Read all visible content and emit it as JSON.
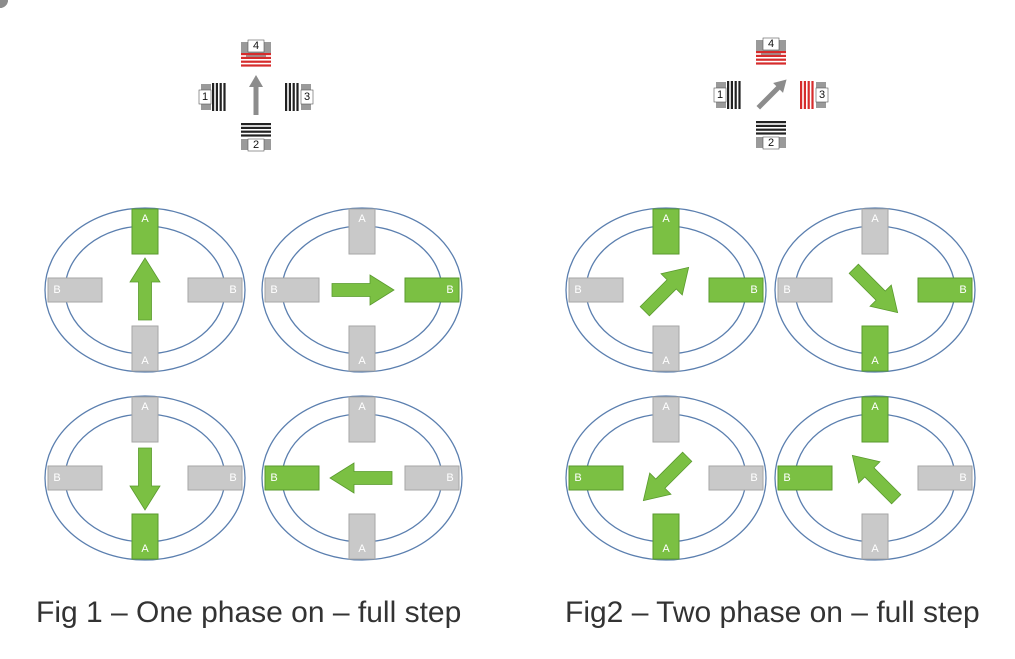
{
  "colors": {
    "active": "#7bc043",
    "active_border": "#5a9a2e",
    "inactive": "#c9c9c9",
    "inactive_dark": "#a6a6a6",
    "ring": "#5b7faf",
    "arrow": "#7bc043",
    "coil_on": "#d62b2b",
    "coil_off": "#222222",
    "core": "#8c8c8c",
    "text_light": "#ffffff",
    "caption": "#333333"
  },
  "figures": [
    {
      "caption": "Fig 1 – One phase on – full step",
      "motor_icon": {
        "arrow": "up",
        "coils": [
          {
            "label": "1",
            "energized": false
          },
          {
            "label": "2",
            "energized": false
          },
          {
            "label": "3",
            "energized": false
          },
          {
            "label": "4",
            "energized": true
          }
        ]
      },
      "steps": [
        {
          "arrow": "up",
          "poles": {
            "top": {
              "label": "A",
              "active": true
            },
            "bottom": {
              "label": "A",
              "active": false
            },
            "left": {
              "label": "B",
              "active": false
            },
            "right": {
              "label": "B",
              "active": false
            }
          }
        },
        {
          "arrow": "right",
          "poles": {
            "top": {
              "label": "A",
              "active": false
            },
            "bottom": {
              "label": "A",
              "active": false
            },
            "left": {
              "label": "B",
              "active": false
            },
            "right": {
              "label": "B",
              "active": true
            }
          }
        },
        {
          "arrow": "down",
          "poles": {
            "top": {
              "label": "A",
              "active": false
            },
            "bottom": {
              "label": "A",
              "active": true
            },
            "left": {
              "label": "B",
              "active": false
            },
            "right": {
              "label": "B",
              "active": false
            }
          }
        },
        {
          "arrow": "left",
          "poles": {
            "top": {
              "label": "A",
              "active": false
            },
            "bottom": {
              "label": "A",
              "active": false
            },
            "left": {
              "label": "B",
              "active": true
            },
            "right": {
              "label": "B",
              "active": false
            }
          }
        }
      ]
    },
    {
      "caption": "Fig2 – Two phase on – full step",
      "motor_icon": {
        "arrow": "up-right",
        "coils": [
          {
            "label": "1",
            "energized": false
          },
          {
            "label": "2",
            "energized": false
          },
          {
            "label": "3",
            "energized": true
          },
          {
            "label": "4",
            "energized": true
          }
        ]
      },
      "steps": [
        {
          "arrow": "up-right",
          "poles": {
            "top": {
              "label": "A",
              "active": true
            },
            "bottom": {
              "label": "A",
              "active": false
            },
            "left": {
              "label": "B",
              "active": false
            },
            "right": {
              "label": "B",
              "active": true
            }
          }
        },
        {
          "arrow": "down-right",
          "poles": {
            "top": {
              "label": "A",
              "active": false
            },
            "bottom": {
              "label": "A",
              "active": true
            },
            "left": {
              "label": "B",
              "active": false
            },
            "right": {
              "label": "B",
              "active": true
            }
          }
        },
        {
          "arrow": "down-left",
          "poles": {
            "top": {
              "label": "A",
              "active": false
            },
            "bottom": {
              "label": "A",
              "active": true
            },
            "left": {
              "label": "B",
              "active": true
            },
            "right": {
              "label": "B",
              "active": false
            }
          }
        },
        {
          "arrow": "up-left",
          "poles": {
            "top": {
              "label": "A",
              "active": true
            },
            "bottom": {
              "label": "A",
              "active": false
            },
            "left": {
              "label": "B",
              "active": true
            },
            "right": {
              "label": "B",
              "active": false
            }
          }
        }
      ]
    }
  ]
}
